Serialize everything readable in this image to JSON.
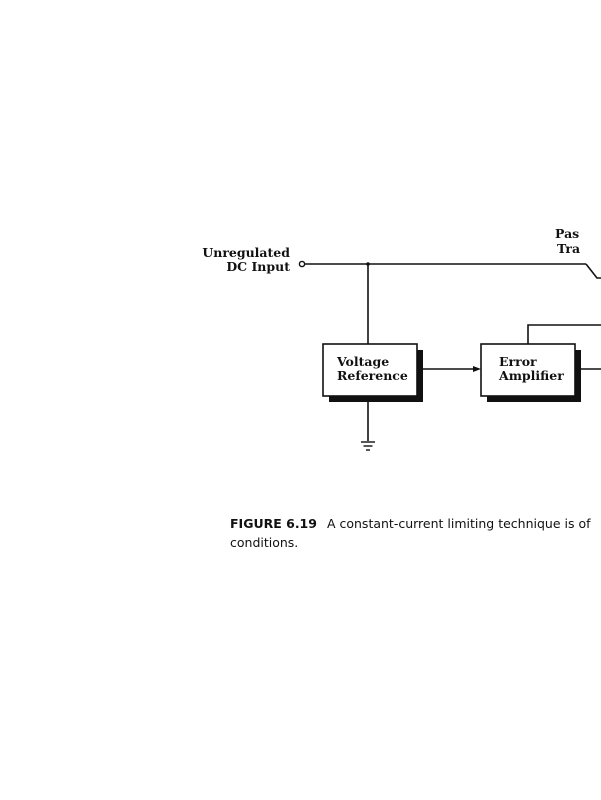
{
  "diagram": {
    "input_label_line1": "Unregulated",
    "input_label_line2": "DC Input",
    "pass_label_line1": "Pas",
    "pass_label_line2": "Tra",
    "voltage_reference_line1": "Voltage",
    "voltage_reference_line2": "Reference",
    "error_amplifier_line1": "Error",
    "error_amplifier_line2": "Amplifier"
  },
  "caption": {
    "figure_number": "FIGURE 6.19",
    "text_line1": "A constant-current limiting technique is of",
    "text_line2": "conditions."
  }
}
